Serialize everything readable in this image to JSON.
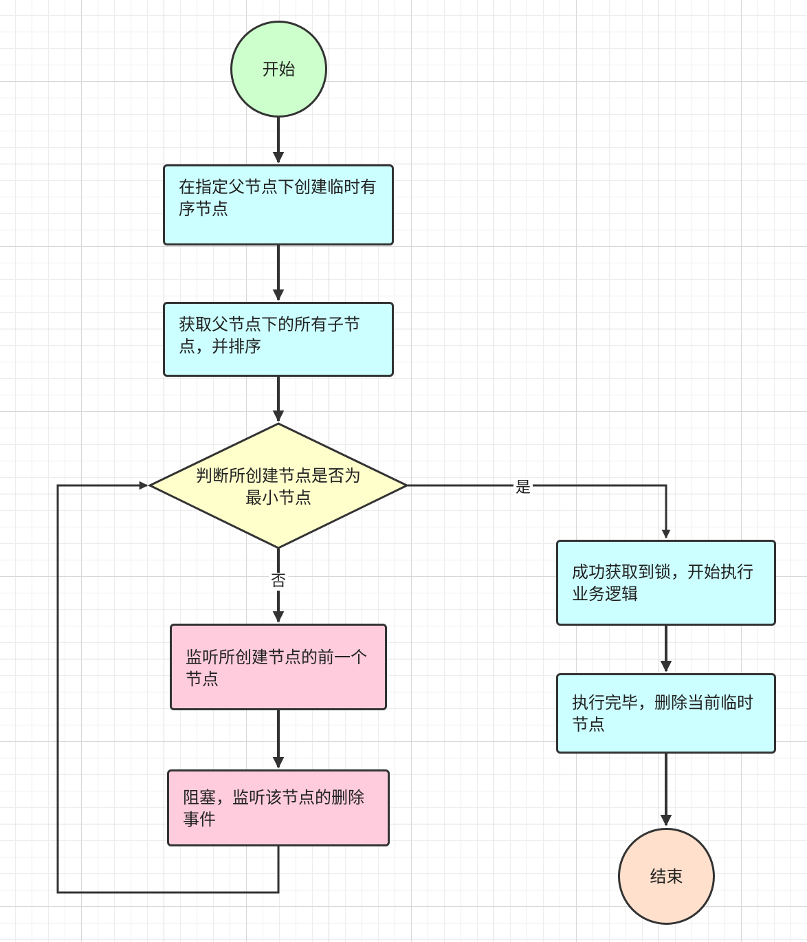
{
  "diagram": {
    "nodes": {
      "start": {
        "label": "开始",
        "color": "#ccffcc"
      },
      "create": {
        "label": "在指定父节点下创建临时有序节点",
        "color": "#ccffff"
      },
      "fetch": {
        "label": "获取父节点下的所有子节点，并排序",
        "color": "#ccffff"
      },
      "decide": {
        "label_line1": "判断所创建节点是否为",
        "label_line2": "最小节点",
        "color": "#ffffcc"
      },
      "watch": {
        "label": "监听所创建节点的前一个节点",
        "color": "#ffccdd"
      },
      "block": {
        "label": "阻塞，监听该节点的删除事件",
        "color": "#ffccdd"
      },
      "success": {
        "label": "成功获取到锁，开始执行业务逻辑",
        "color": "#ccffff"
      },
      "finish": {
        "label": "执行完毕，删除当前临时节点",
        "color": "#ccffff"
      },
      "end": {
        "label": "结束",
        "color": "#ffe0cc"
      }
    },
    "edges": {
      "yes_label": "是",
      "no_label": "否"
    },
    "stroke_color": "#333333"
  }
}
